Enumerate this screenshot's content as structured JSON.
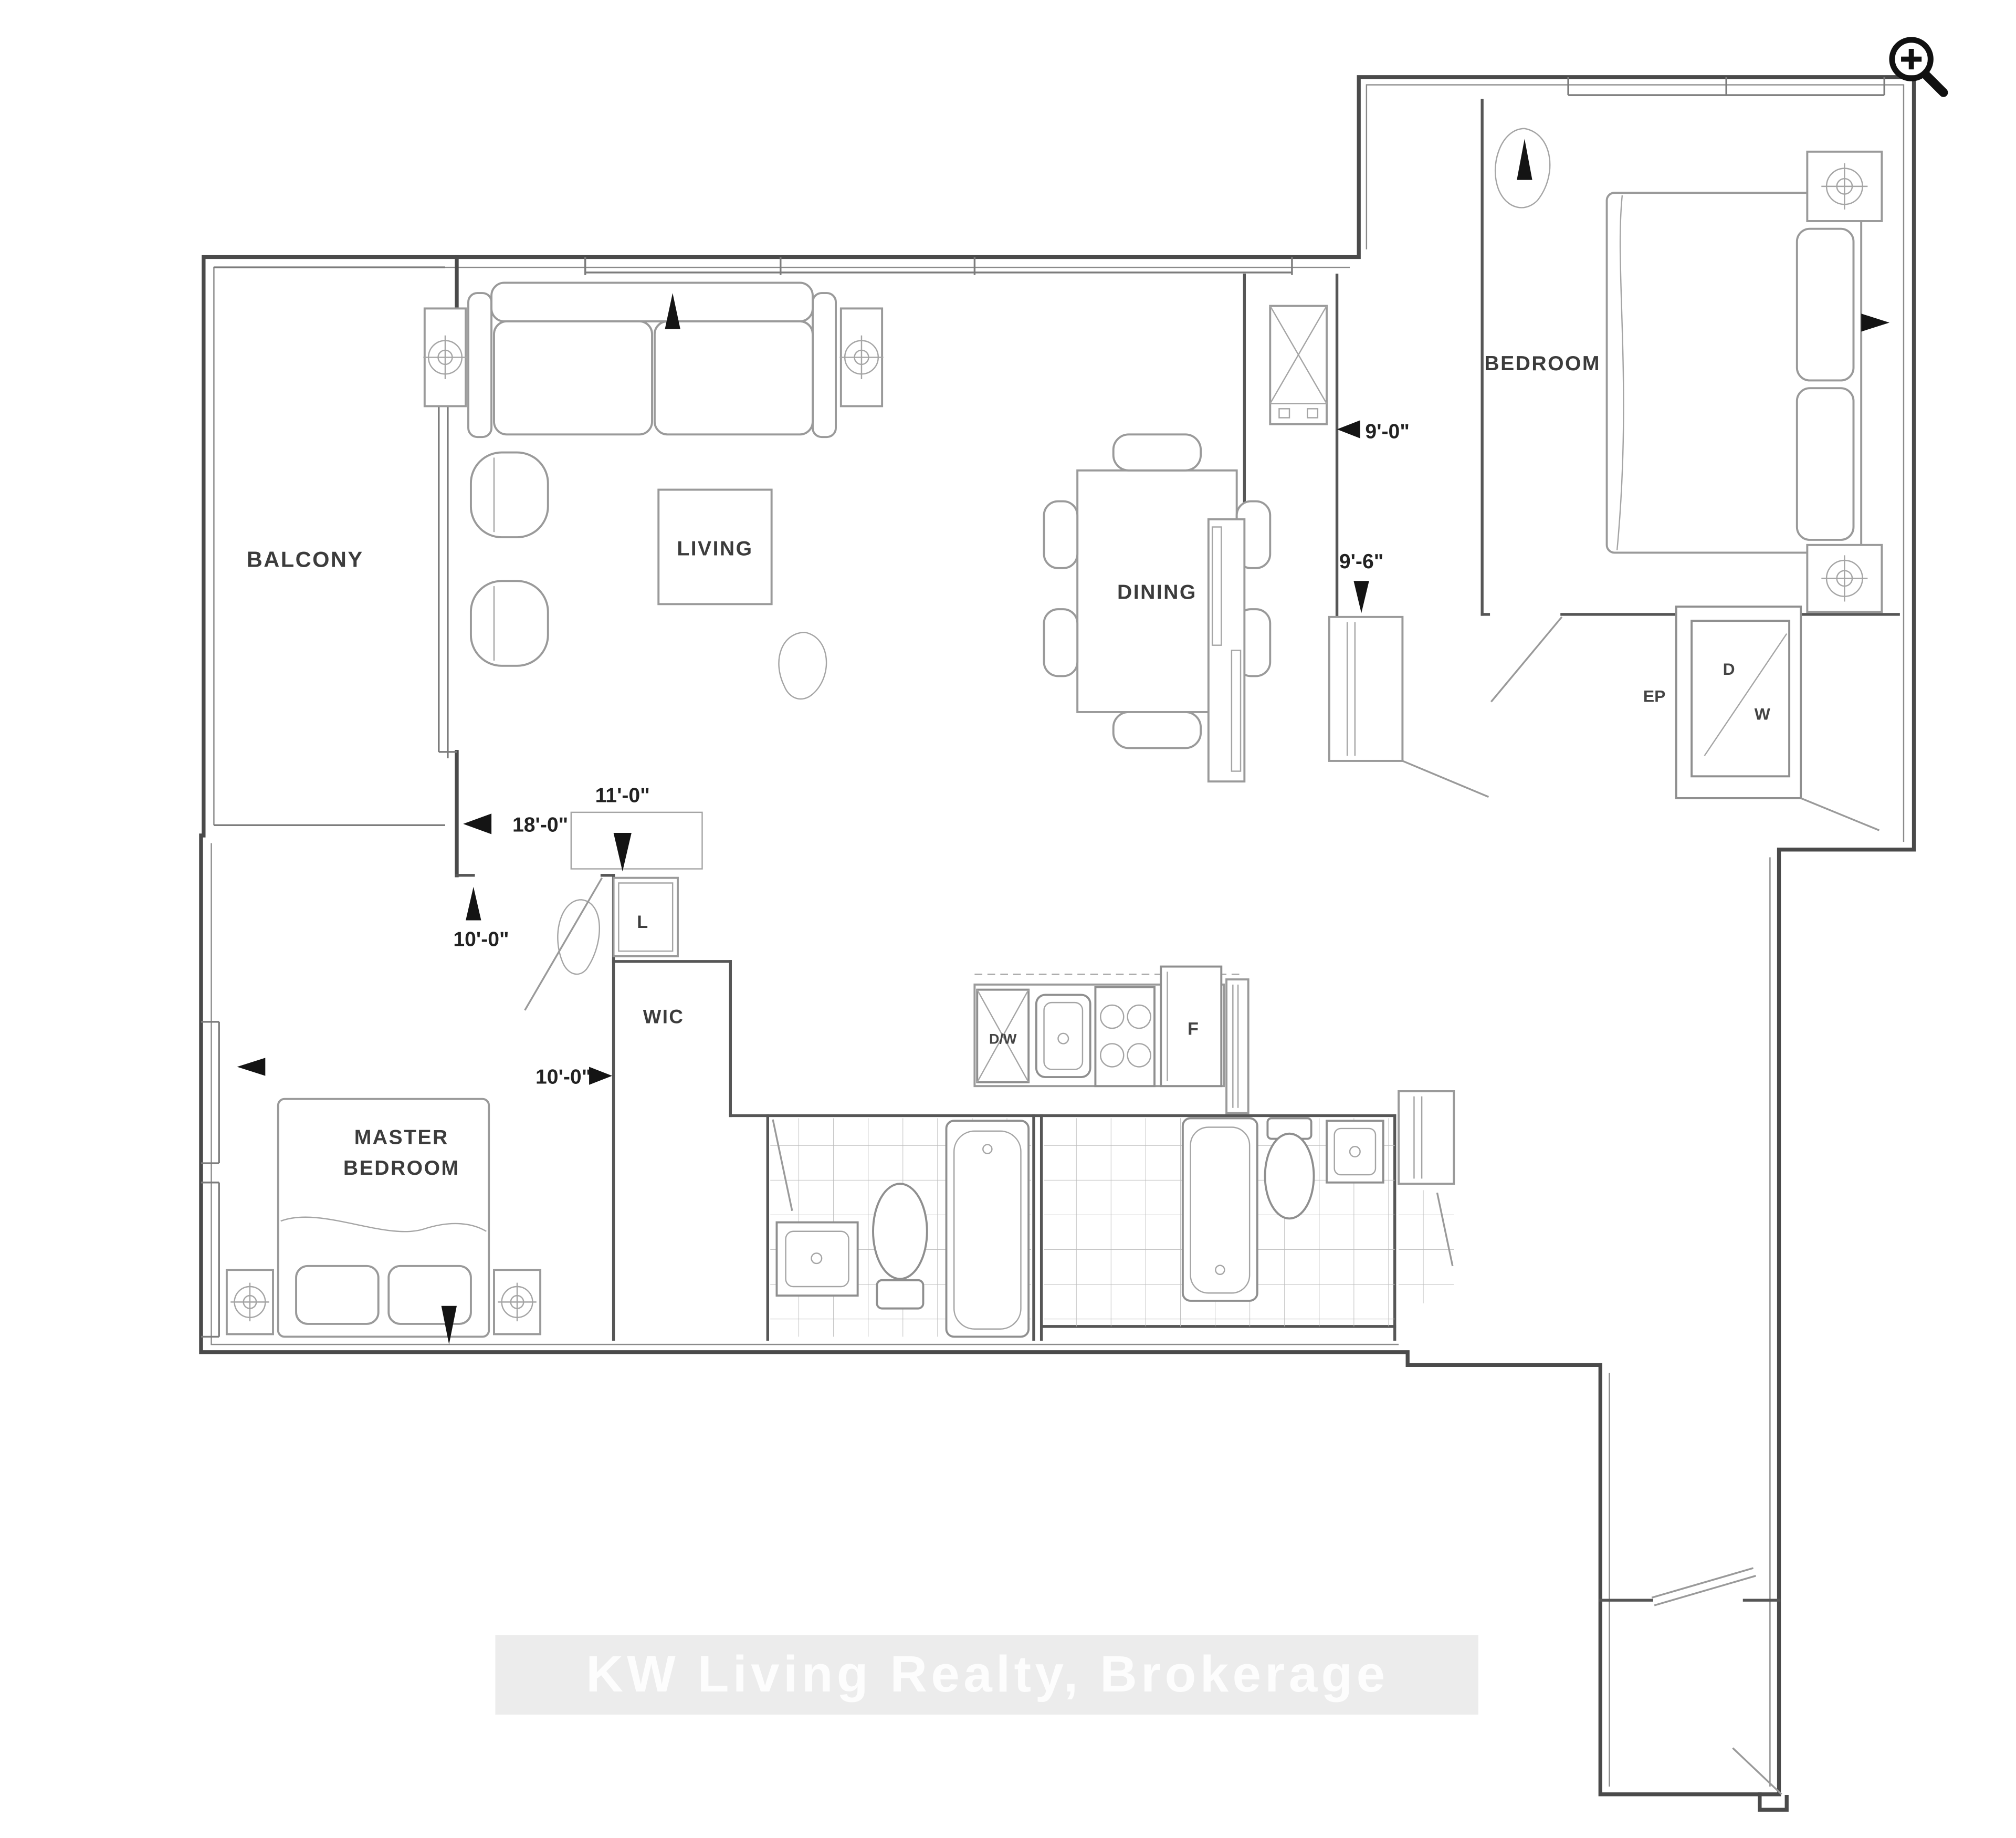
{
  "watermark": {
    "text": "KW Living Realty, Brokerage"
  },
  "controls": {
    "zoom_icon": "zoom-in-magnifier"
  },
  "rooms": {
    "balcony": "BALCONY",
    "living": "LIVING",
    "dining": "DINING",
    "bedroom": "BEDROOM",
    "master_line1": "MASTER",
    "master_line2": "BEDROOM",
    "wic": "WIC",
    "linen": "L"
  },
  "appliances": {
    "dishwasher": "D/W",
    "fridge": "F",
    "dryer": "D",
    "washer": "W",
    "electrical_panel": "EP"
  },
  "dimensions": {
    "living_width": "18'-0\"",
    "hall_width": "11'-0\"",
    "master_width": "10'-0\"",
    "master_depth": "10'-0\"",
    "bedroom_width": "9'-0\"",
    "bedroom_hall_depth": "9'-6\""
  },
  "colors": {
    "exterior_wall": "#4a4a4a",
    "interior_wall": "#565656",
    "furniture_line": "#9a9a9a",
    "dimension_text": "#222222",
    "watermark_band": "#e5e5e5",
    "watermark_text": "#fdfdfd",
    "background": "#ffffff"
  }
}
